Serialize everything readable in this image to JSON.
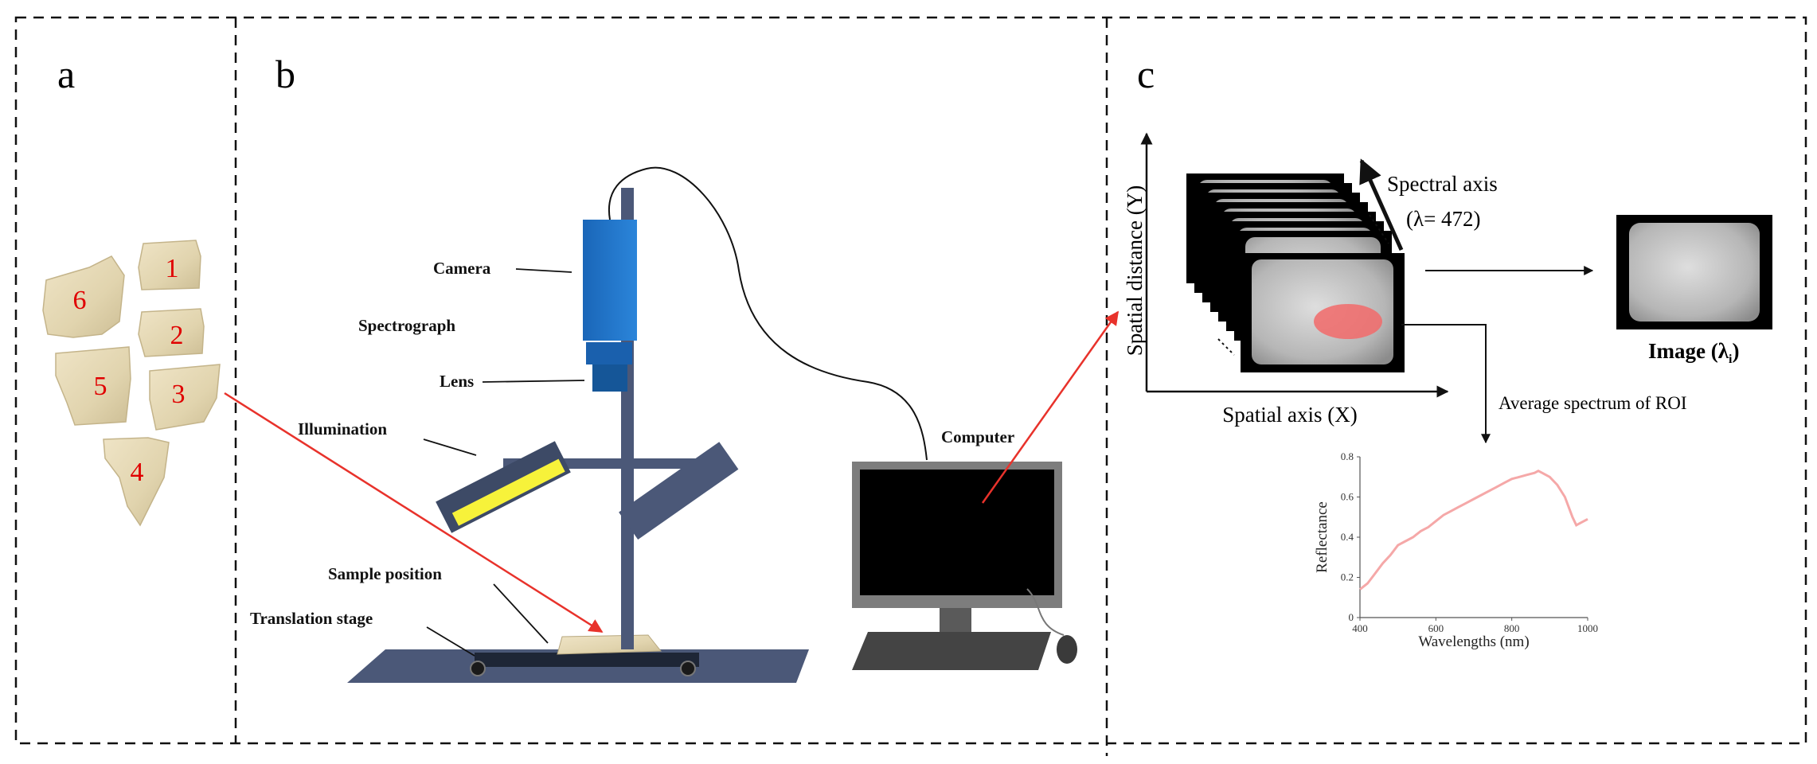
{
  "panels": {
    "a": {
      "letter": "a",
      "sample_numbers": [
        "1",
        "2",
        "3",
        "4",
        "5",
        "6"
      ]
    },
    "b": {
      "letter": "b",
      "labels": {
        "camera": "Camera",
        "spectrograph": "Spectrograph",
        "lens": "Lens",
        "illumination": "Illumination",
        "sample_position": "Sample position",
        "translation_stage": "Translation  stage",
        "computer": "Computer"
      }
    },
    "c": {
      "letter": "c",
      "y_axis_label": "Spatial distance (Y)",
      "x_axis_label": "Spatial axis (X)",
      "spectral_axis_label": "Spectral axis",
      "spectral_axis_value": "(λ= 472)",
      "image_label_main": "Image (λ",
      "image_label_sub": "i",
      "image_label_close": ")",
      "roi_label": "Average spectrum of ROI"
    }
  },
  "colors": {
    "arrow_red": "#e8322b",
    "sample_number_red": "#e00000",
    "camera_blue": "#1c6fc0",
    "stand_slate": "#4b5878",
    "lamp_yellow": "#f7f23a",
    "roi_fill": "#f26a6a",
    "spectrum_line": "#f5a8a8"
  },
  "chart_data": {
    "type": "line",
    "title": "",
    "xlabel": "Wavelengths (nm)",
    "ylabel": "Reflectance",
    "xlim": [
      400,
      1000
    ],
    "ylim": [
      0,
      0.8
    ],
    "x_ticks": [
      "400",
      "600",
      "800",
      "1000"
    ],
    "y_ticks": [
      "0",
      "0.2",
      "0.4",
      "0.6",
      "0.8"
    ],
    "series": [
      {
        "x": [
          400,
          420,
          440,
          460,
          480,
          500,
          520,
          540,
          560,
          580,
          600,
          620,
          640,
          660,
          680,
          700,
          720,
          740,
          760,
          780,
          800,
          820,
          840,
          860,
          870,
          880,
          900,
          920,
          940,
          960,
          970,
          980,
          990,
          1000
        ],
        "y": [
          0.14,
          0.17,
          0.22,
          0.27,
          0.31,
          0.36,
          0.38,
          0.4,
          0.43,
          0.45,
          0.48,
          0.51,
          0.53,
          0.55,
          0.57,
          0.59,
          0.61,
          0.63,
          0.65,
          0.67,
          0.69,
          0.7,
          0.71,
          0.72,
          0.73,
          0.72,
          0.7,
          0.66,
          0.6,
          0.5,
          0.46,
          0.47,
          0.48,
          0.49
        ]
      }
    ]
  }
}
